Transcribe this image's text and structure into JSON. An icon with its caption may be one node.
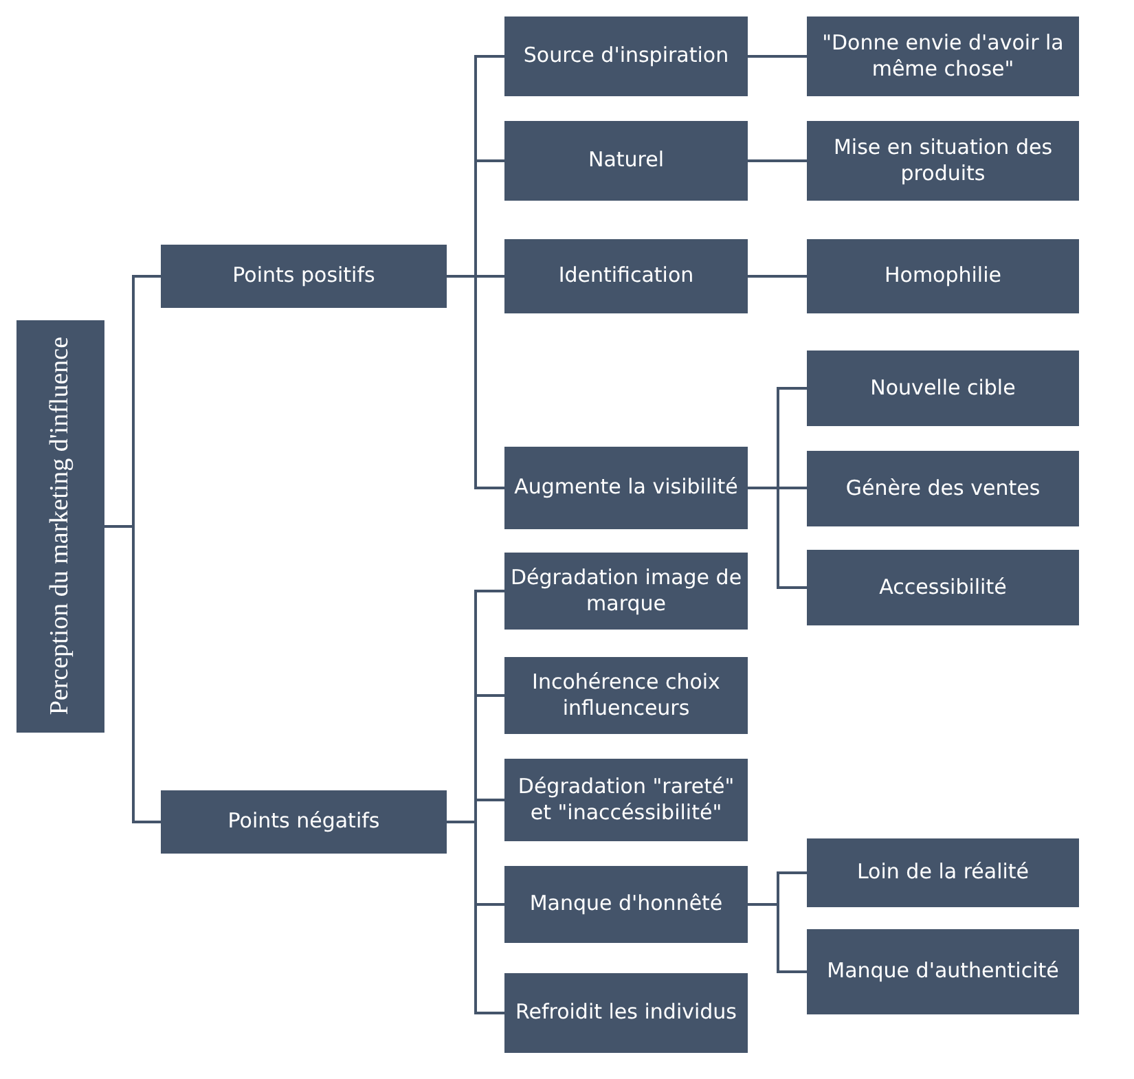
{
  "diagram": {
    "nodes": [
      {
        "text": [
          "Perception du marketing d'influence"
        ]
      },
      {
        "text": [
          "Points positifs"
        ]
      },
      {
        "text": [
          "Source d'inspiration"
        ]
      },
      {
        "text": [
          "\"Donne envie d'avoir la même chose\""
        ]
      },
      {
        "text": [
          "Naturel"
        ]
      },
      {
        "text": [
          "Mise en situation des produits"
        ]
      },
      {
        "text": [
          "Identification"
        ]
      },
      {
        "text": [
          "Homophilie"
        ]
      },
      {
        "text": [
          "Augmente la visibilité"
        ]
      },
      {
        "text": [
          "Nouvelle cible"
        ]
      },
      {
        "text": [
          "Génère des ventes"
        ]
      },
      {
        "text": [
          "Accessibilité"
        ]
      },
      {
        "text": [
          "Points négatifs"
        ]
      },
      {
        "text": [
          "Dégradation image de marque"
        ]
      },
      {
        "text": [
          "Incohérence choix influenceurs"
        ]
      },
      {
        "text": [
          "Dégradation \"rareté\" et \"inaccéssibilité\""
        ]
      },
      {
        "text": [
          "Manque d'honnêté"
        ]
      },
      {
        "text": [
          "Loin de la réalité"
        ]
      },
      {
        "text": [
          "Manque d'authenticité"
        ]
      },
      {
        "text": [
          "Refroidit les individus"
        ]
      }
    ],
    "edges": [
      {
        "from": 0,
        "to": 1,
        "arrow": "none"
      },
      {
        "from": 1,
        "to": 2,
        "arrow": "none"
      },
      {
        "from": 2,
        "to": 3,
        "arrow": "none"
      },
      {
        "from": 1,
        "to": 4,
        "arrow": "none"
      },
      {
        "from": 4,
        "to": 5,
        "arrow": "none"
      },
      {
        "from": 1,
        "to": 6,
        "arrow": "none"
      },
      {
        "from": 6,
        "to": 7,
        "arrow": "none"
      },
      {
        "from": 1,
        "to": 8,
        "arrow": "none"
      },
      {
        "from": 8,
        "to": 9,
        "arrow": "none"
      },
      {
        "from": 8,
        "to": 10,
        "arrow": "none"
      },
      {
        "from": 8,
        "to": 11,
        "arrow": "none"
      },
      {
        "from": 0,
        "to": 12,
        "arrow": "none"
      },
      {
        "from": 12,
        "to": 13,
        "arrow": "none"
      },
      {
        "from": 12,
        "to": 14,
        "arrow": "none"
      },
      {
        "from": 12,
        "to": 15,
        "arrow": "none"
      },
      {
        "from": 12,
        "to": 16,
        "arrow": "none"
      },
      {
        "from": 16,
        "to": 17,
        "arrow": "none"
      },
      {
        "from": 16,
        "to": 18,
        "arrow": "none"
      },
      {
        "from": 12,
        "to": 19,
        "arrow": "none"
      }
    ]
  }
}
